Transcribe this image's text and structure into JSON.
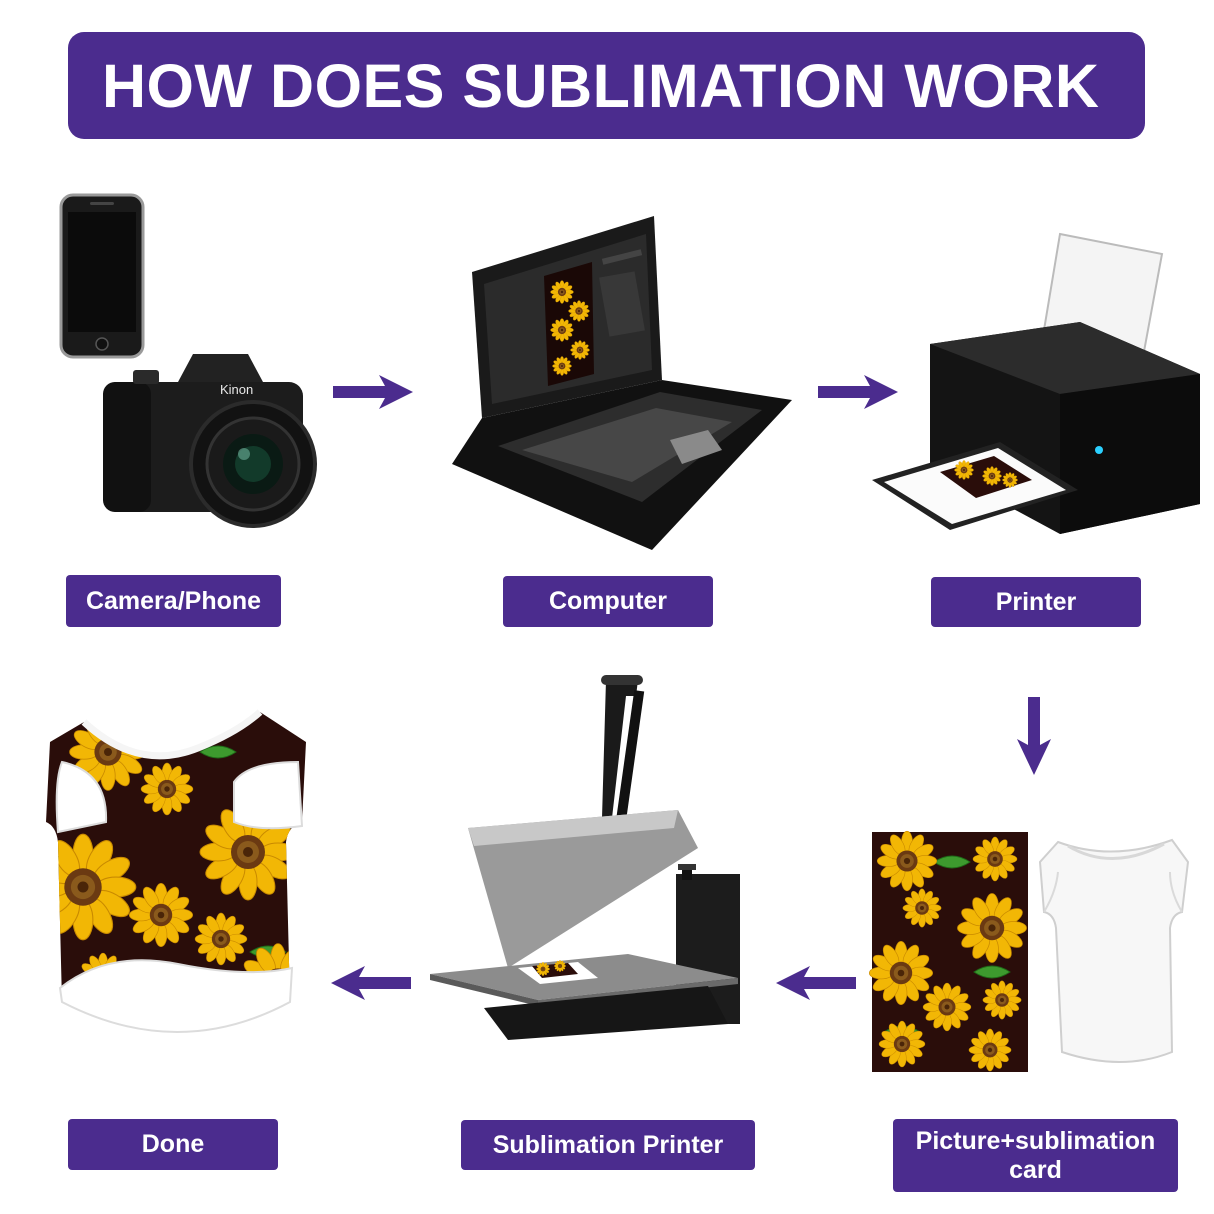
{
  "banner": {
    "title": "HOW DOES SUBLIMATION WORK"
  },
  "steps": [
    {
      "label": "Camera/Phone"
    },
    {
      "label": "Computer"
    },
    {
      "label": "Printer"
    },
    {
      "label": "Picture+sublimation card"
    },
    {
      "label": "Sublimation Printer"
    },
    {
      "label": "Done"
    }
  ],
  "camera": {
    "brand": "Kinon"
  },
  "colors": {
    "banner": "#4b2c8e",
    "label": "#4b2c8e",
    "arrow": "#4b2c8e",
    "sunflower_petal": "#f2b705",
    "sunflower_center": "#6b3a12",
    "pattern_background": "#2a0d0a"
  }
}
